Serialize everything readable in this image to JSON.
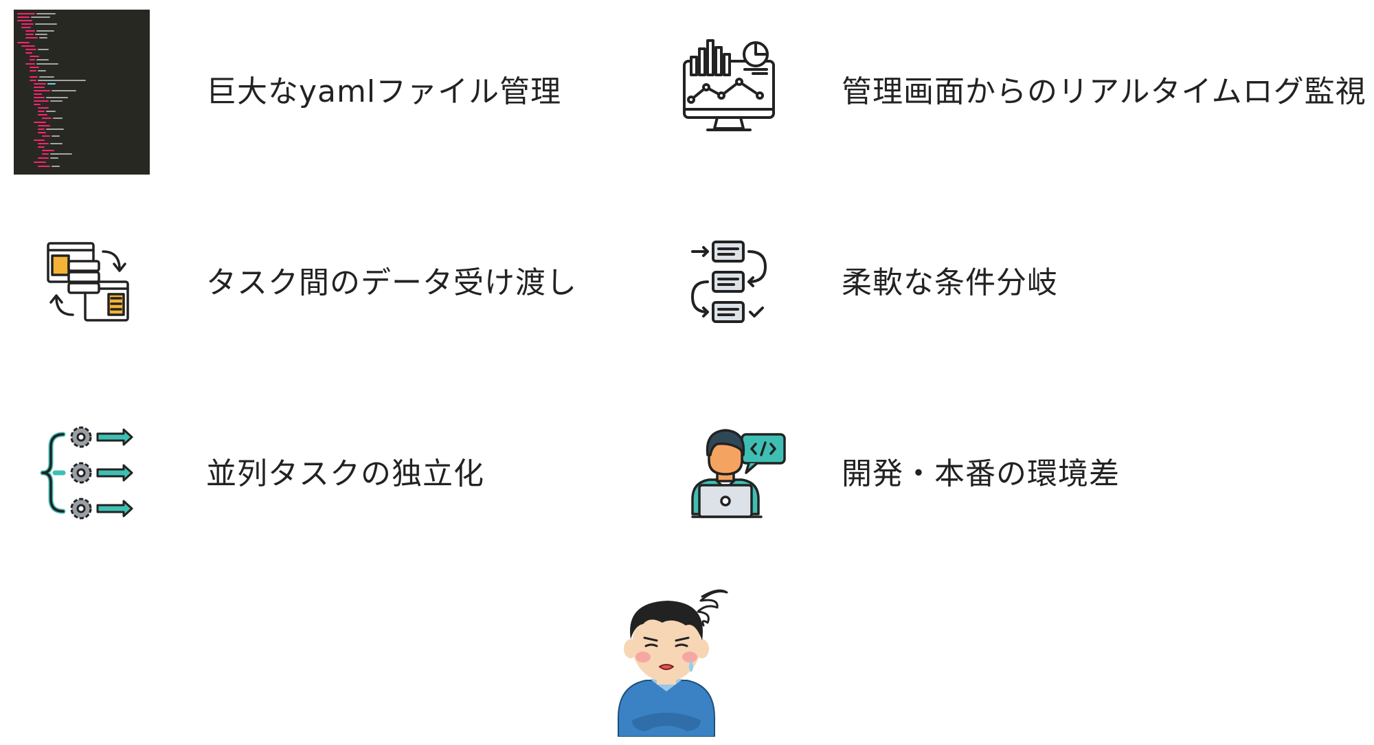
{
  "items": [
    {
      "label": "巨大なyamlファイル管理",
      "icon": "yaml-code-screenshot"
    },
    {
      "label": "管理画面からのリアルタイムログ監視",
      "icon": "monitor-dashboard-icon"
    },
    {
      "label": "タスク間のデータ受け渡し",
      "icon": "data-transfer-icon"
    },
    {
      "label": "柔軟な条件分岐",
      "icon": "conditional-branch-icon"
    },
    {
      "label": "並列タスクの独立化",
      "icon": "parallel-gears-icon"
    },
    {
      "label": "開発・本番の環境差",
      "icon": "developer-laptop-icon"
    }
  ],
  "footer_icon": "troubled-person-icon",
  "colors": {
    "text": "#222222",
    "code_bg": "#272822",
    "accent_orange": "#F5B335",
    "accent_teal": "#3FBFB4",
    "gear_gray": "#9A9FA6",
    "shirt_blue": "#3A82C4"
  }
}
